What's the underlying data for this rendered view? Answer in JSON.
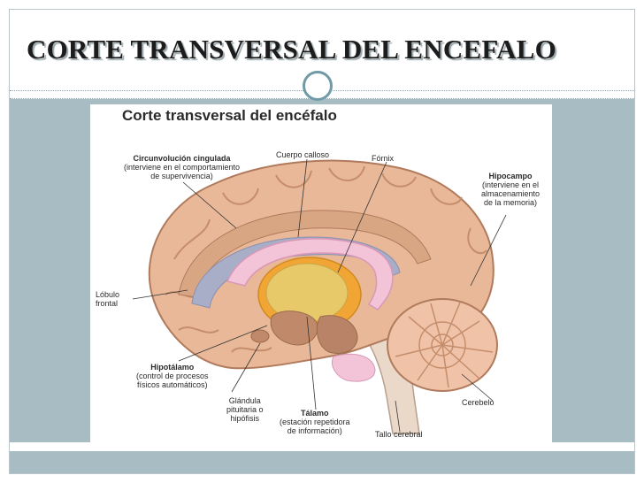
{
  "slide": {
    "title": "CORTE TRANSVERSAL DEL ENCEFALO"
  },
  "figure": {
    "title": "Corte transversal del encéfalo",
    "labels": {
      "circunvolucion": {
        "name": "Circunvolución cingulada",
        "line1": "(interviene en el comportamiento",
        "line2": "de supervivencia)"
      },
      "cuerpo_calloso": {
        "name": "Cuerpo calloso"
      },
      "fornix": {
        "name": "Fórnix"
      },
      "hipocampo": {
        "name": "Hipocampo",
        "line1": "(interviene en el",
        "line2": "almacenamiento",
        "line3": "de la memoria)"
      },
      "lobulo": {
        "line1": "Lóbulo",
        "line2": "frontal"
      },
      "hipotalamo": {
        "name": "Hipotálamo",
        "line1": "(control de procesos",
        "line2": "físicos automáticos)"
      },
      "glandula": {
        "line1": "Glándula",
        "line2": "pituitaria o",
        "line3": "hipófisis"
      },
      "talamo": {
        "name": "Tálamo",
        "line1": "(estación repetidora",
        "line2": "de información)"
      },
      "tallo": {
        "name": "Tallo cerebral"
      },
      "cerebelo": {
        "name": "Cerebelo"
      }
    }
  },
  "colors": {
    "teal_band": "#a7bdc3",
    "circle_ring": "#6f9aa6",
    "brain_tissue": "#e8b898",
    "brain_outline": "#b07a5c",
    "corpus_callosum": "#f3c4d8",
    "ventricle": "#a9aec8",
    "thalamus": "#e8c96a",
    "thalamus_ring": "#f0a534",
    "brainstem": "#ead8c8",
    "cerebellum": "#f0c3a8",
    "hypothalamus": "#c08a6a",
    "label_text": "#2a2a2a"
  }
}
